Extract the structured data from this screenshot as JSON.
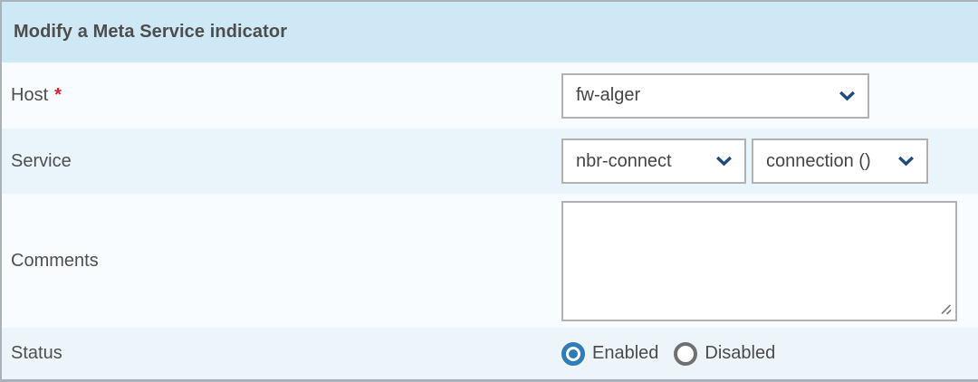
{
  "header": {
    "title": "Modify a Meta Service indicator"
  },
  "form": {
    "host": {
      "label": "Host",
      "required_marker": "*",
      "value": "fw-alger"
    },
    "service": {
      "label": "Service",
      "service_value": "nbr-connect",
      "metric_value": "connection ()"
    },
    "comments": {
      "label": "Comments",
      "value": ""
    },
    "status": {
      "label": "Status",
      "options": [
        {
          "label": "Enabled",
          "selected": true
        },
        {
          "label": "Disabled",
          "selected": false
        }
      ]
    }
  },
  "icons": {
    "chevron_down": "chevron-down-icon",
    "resize_handle": "resize-handle-icon"
  },
  "colors": {
    "header_bg": "#cfe8f6",
    "row_light_bg": "#f8fcff",
    "row_blue_bg": "#eaf4fb",
    "status_row_bg": "#edf5fb",
    "accent_blue": "#2e7cb8",
    "chevron_blue": "#1e4b79",
    "required_red": "#e41e2b",
    "control_border": "#b1b1b1",
    "panel_border": "#a9b2ba",
    "text": "#4f4f4f"
  }
}
